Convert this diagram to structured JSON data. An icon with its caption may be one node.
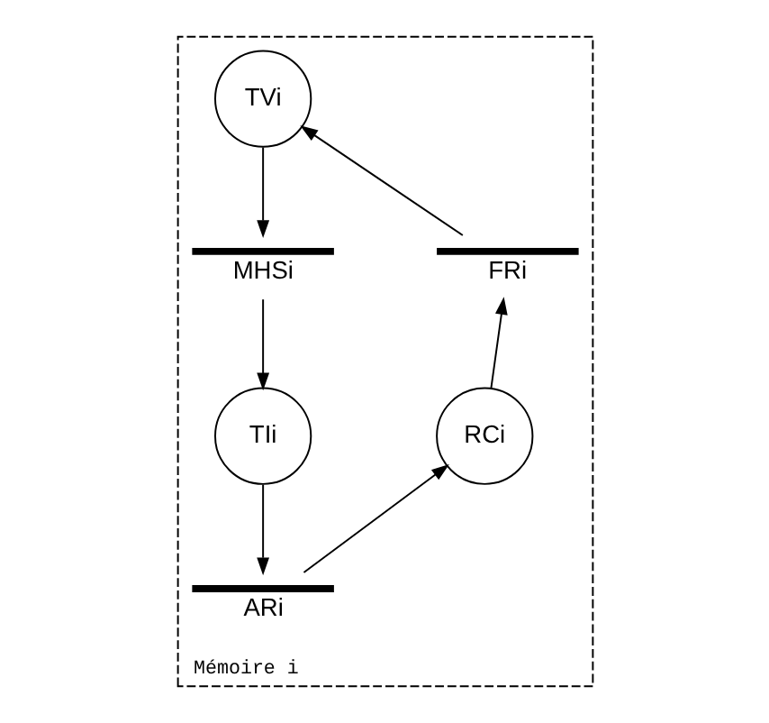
{
  "diagram": {
    "nodes": [
      {
        "text": [
          "Mémoire i"
        ]
      },
      {
        "text": [
          "TVi"
        ],
        "in": 0
      },
      {
        "text": [
          "MHSi"
        ],
        "in": 0
      },
      {
        "text": [
          "FRi"
        ],
        "in": 0
      },
      {
        "text": [
          "TIi"
        ],
        "in": 0
      },
      {
        "text": [
          "RCi"
        ],
        "in": 0
      },
      {
        "text": [
          "ARi"
        ],
        "in": 0
      }
    ],
    "edges": [
      {
        "from": 1,
        "to": 2,
        "arrow": "to"
      },
      {
        "from": 2,
        "to": 4,
        "arrow": "to"
      },
      {
        "from": 4,
        "to": 6,
        "arrow": "to"
      },
      {
        "from": 6,
        "to": 5,
        "arrow": "to"
      },
      {
        "from": 5,
        "to": 3,
        "arrow": "to"
      },
      {
        "from": 3,
        "to": 1,
        "arrow": "to"
      }
    ]
  }
}
